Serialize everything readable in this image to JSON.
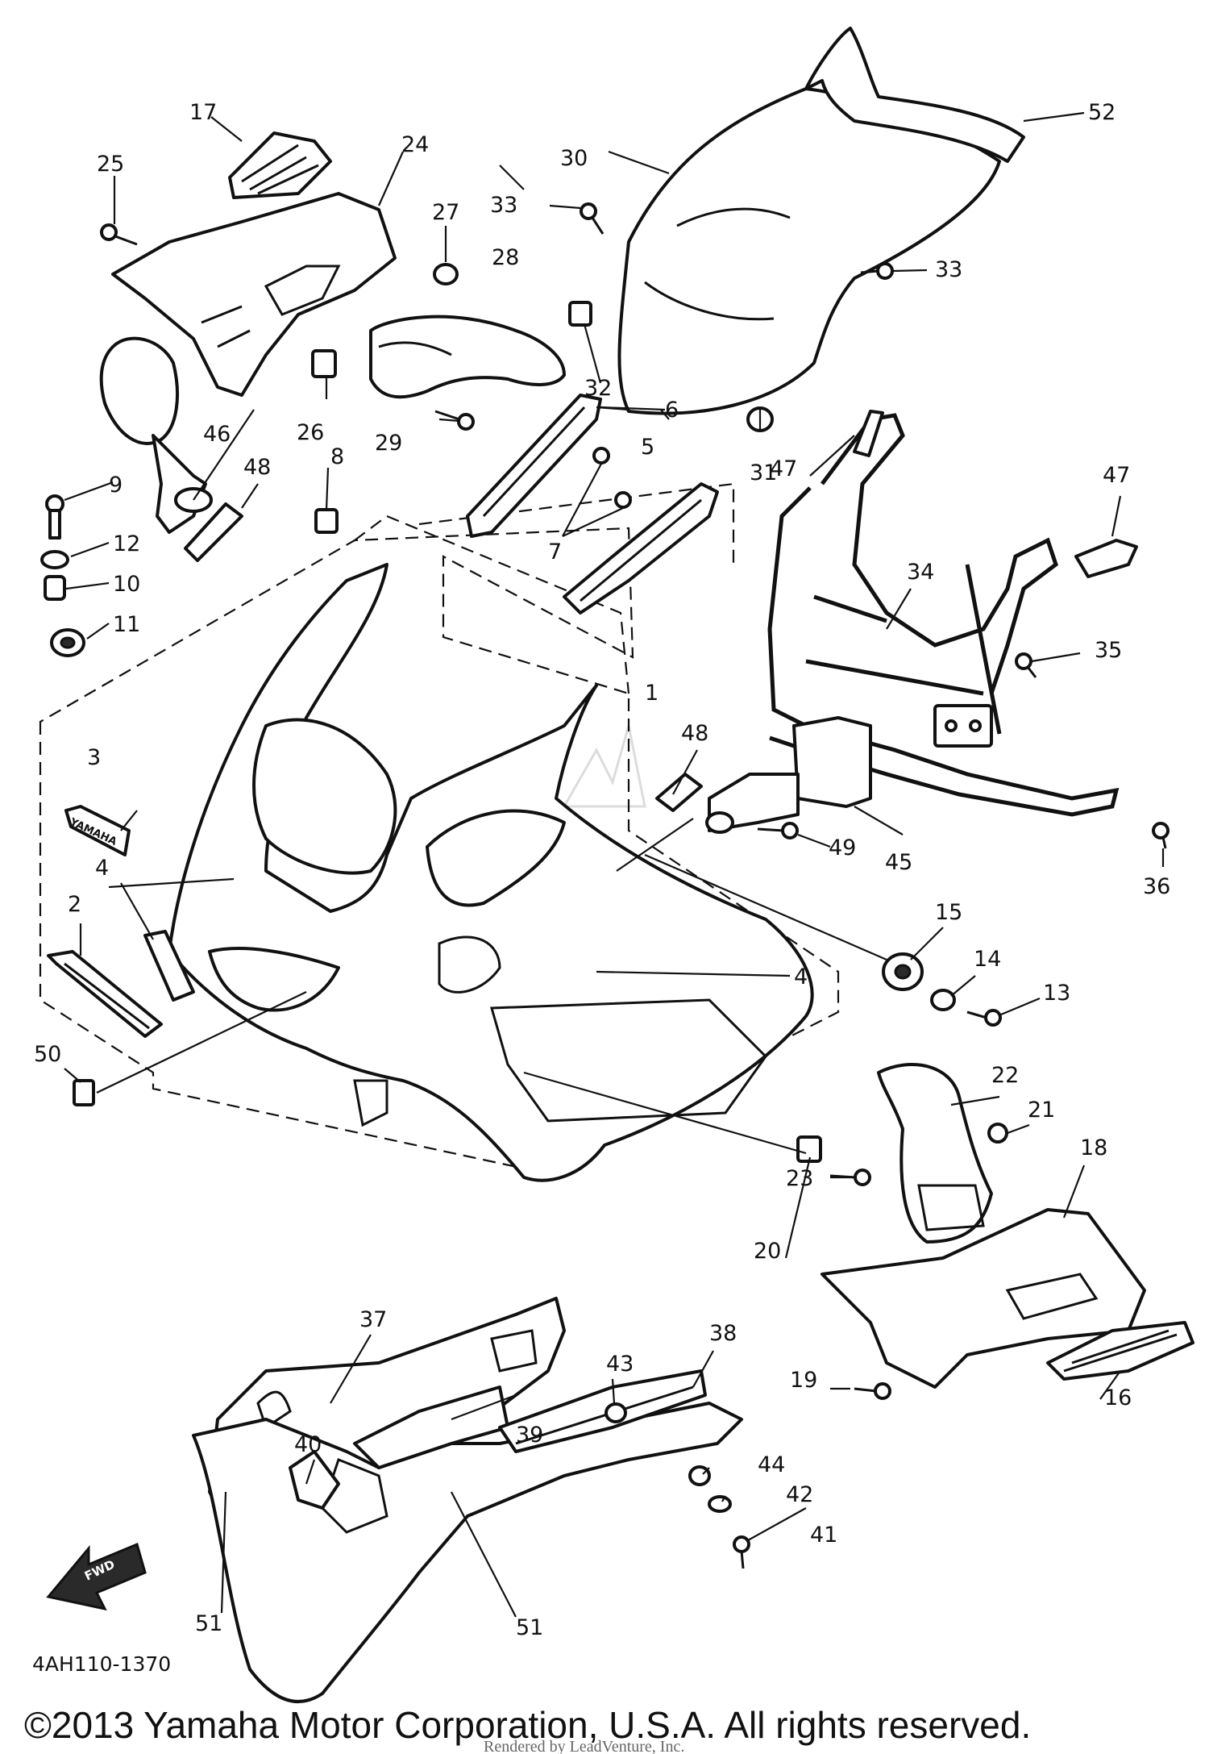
{
  "diagram_code": "4AH110-1370",
  "copyright": "©2013 Yamaha Motor Corporation, U.S.A. All rights reserved.",
  "render_note": "Rendered by LeadVenture, Inc.",
  "brand_emblem": "YAMAHA",
  "fwd_label": "FWD",
  "callouts": {
    "c1": "1",
    "c2": "2",
    "c3": "3",
    "c4a": "4",
    "c4b": "4",
    "c5": "5",
    "c6": "6",
    "c7": "7",
    "c8": "8",
    "c9": "9",
    "c10": "10",
    "c11": "11",
    "c12": "12",
    "c13": "13",
    "c14": "14",
    "c15": "15",
    "c16": "16",
    "c17": "17",
    "c18": "18",
    "c19": "19",
    "c20": "20",
    "c21": "21",
    "c22": "22",
    "c23": "23",
    "c24": "24",
    "c25": "25",
    "c26": "26",
    "c27": "27",
    "c28": "28",
    "c29": "29",
    "c30": "30",
    "c31": "31",
    "c32": "32",
    "c33a": "33",
    "c33b": "33",
    "c34": "34",
    "c35": "35",
    "c36": "36",
    "c37": "37",
    "c38": "38",
    "c39": "39",
    "c40": "40",
    "c41": "41",
    "c42": "42",
    "c43": "43",
    "c44": "44",
    "c45": "45",
    "c46": "46",
    "c47a": "47",
    "c47b": "47",
    "c48a": "48",
    "c48b": "48",
    "c49": "49",
    "c50": "50",
    "c51a": "51",
    "c51b": "51",
    "c52": "52"
  }
}
